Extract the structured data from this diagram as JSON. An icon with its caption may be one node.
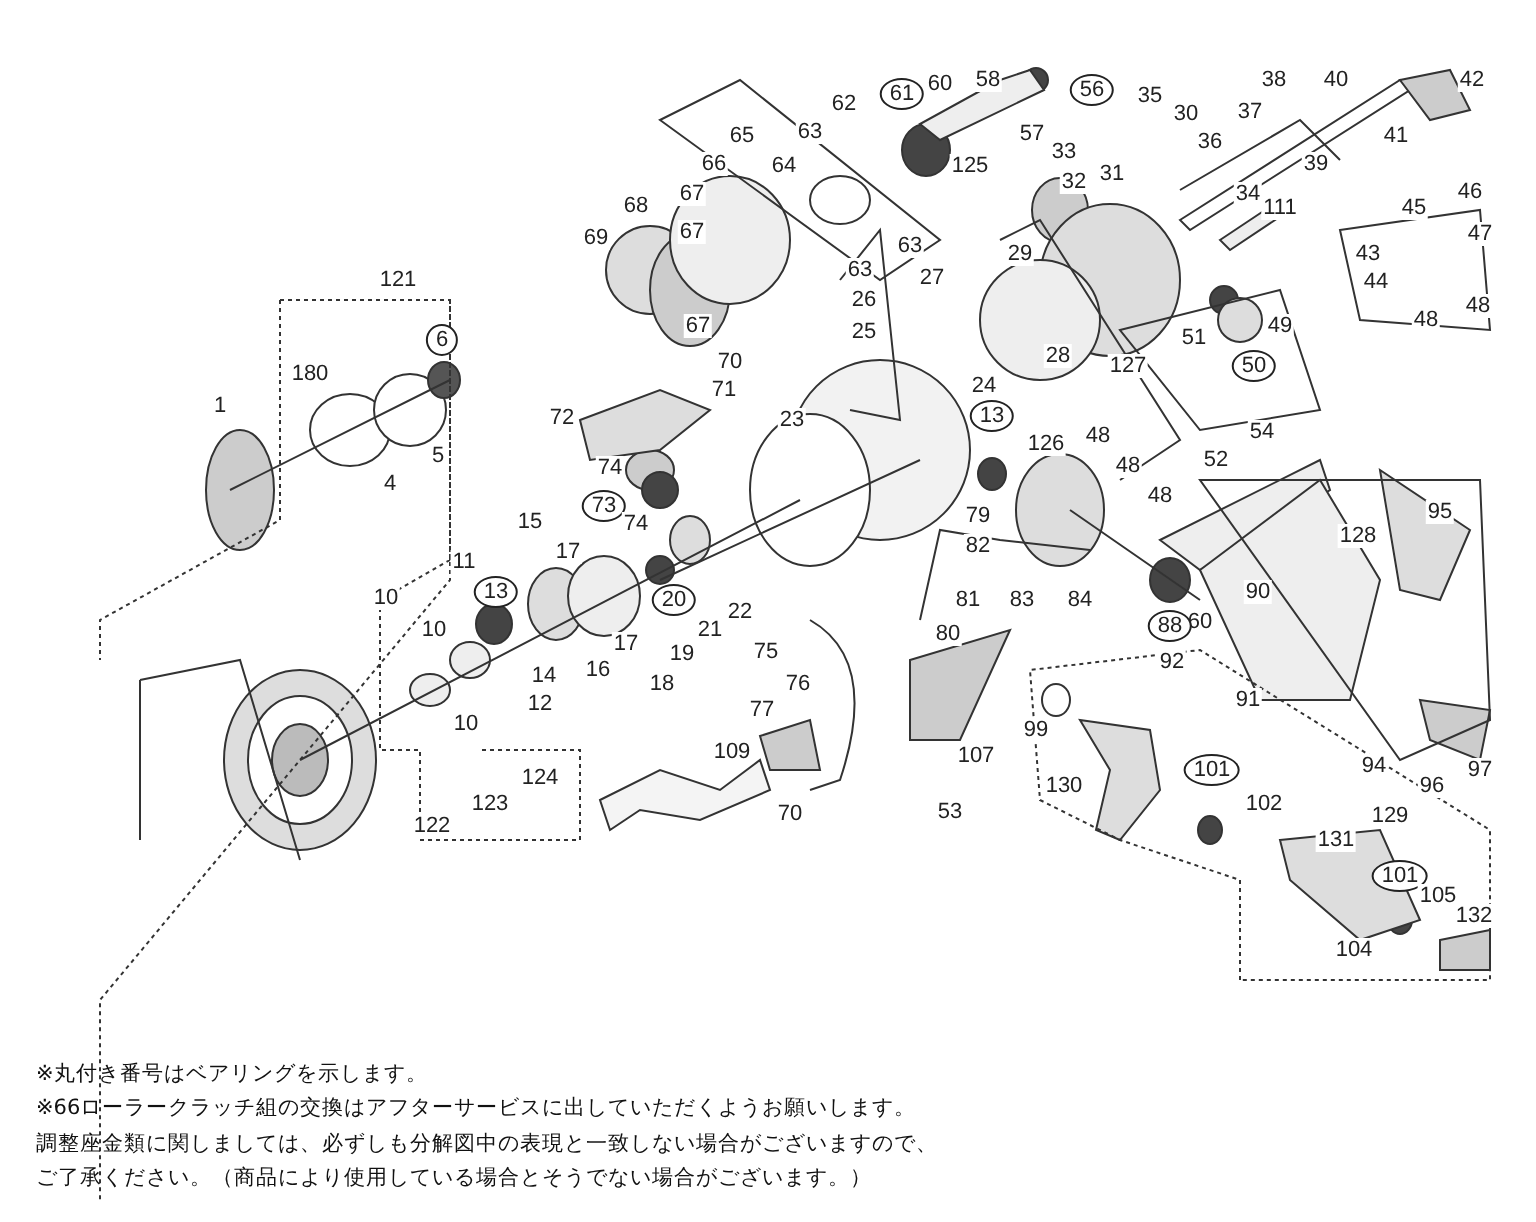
{
  "diagram": {
    "labels": [
      "61",
      "60",
      "58",
      "56",
      "35",
      "30",
      "37",
      "38",
      "40",
      "42",
      "62",
      "65",
      "63",
      "66",
      "64",
      "57",
      "125",
      "33",
      "36",
      "39",
      "41",
      "67",
      "68",
      "32",
      "31",
      "34",
      "111",
      "46",
      "69",
      "67",
      "63",
      "63",
      "45",
      "43",
      "47",
      "29",
      "44",
      "48",
      "48",
      "27",
      "67",
      "26",
      "121",
      "25",
      "49",
      "70",
      "28",
      "51",
      "127",
      "50",
      "6",
      "180",
      "71",
      "24",
      "54",
      "72",
      "1",
      "5",
      "74",
      "13",
      "52",
      "23",
      "4",
      "126",
      "48",
      "48",
      "73",
      "48",
      "74",
      "79",
      "95",
      "82",
      "128",
      "11",
      "15",
      "13",
      "17",
      "10",
      "81",
      "83",
      "84",
      "10",
      "22",
      "20",
      "21",
      "75",
      "80",
      "60",
      "90",
      "88",
      "14",
      "16",
      "17",
      "19",
      "18",
      "76",
      "92",
      "91",
      "10",
      "12",
      "77",
      "99",
      "107",
      "94",
      "96",
      "97",
      "109",
      "124",
      "130",
      "101",
      "102",
      "129",
      "123",
      "122",
      "70",
      "53",
      "131",
      "101",
      "105",
      "132",
      "104",
      "※丸付き番号はベアリングを示します。",
      "※66ローラークラッチ組の交換はアフターサービスに出していただくようお願いします。",
      "調整座金類に関しましては、必ずしも分解図中の表現と一致しない場合がございますので、",
      "ご了承ください。（商品により使用している場合とそうでない場合がございます。）"
    ]
  }
}
